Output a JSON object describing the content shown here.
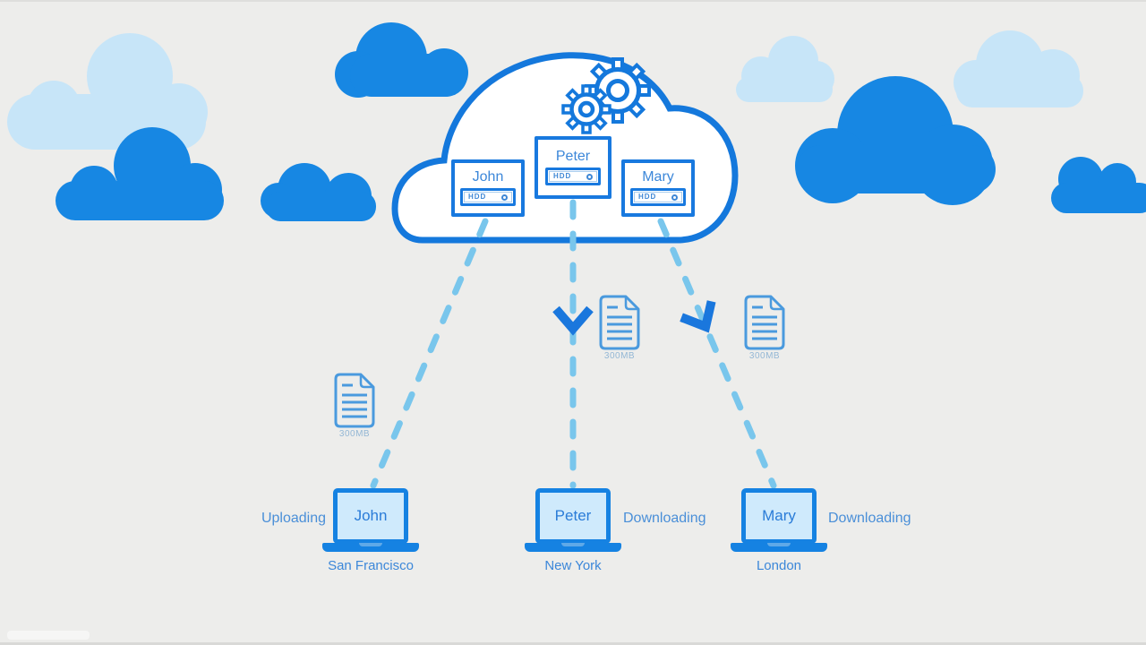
{
  "illustration": {
    "background": "#EDEDEB",
    "palette": {
      "cloud_fill_dark": "#1787E3",
      "cloud_fill_light": "#C7E5F8",
      "main_cloud_outline": "#1478DC",
      "dash_line": "#79C6EC",
      "arrow": "#1A77DD",
      "file_outline": "#4A9ADE",
      "label_blue": "#3C87D9",
      "size_label_color": "#93B7D5"
    },
    "icons": {
      "gears": "gears-icon",
      "file": "document-icon",
      "arrow": "download-arrow-icon"
    }
  },
  "cloud_platform": {
    "servers": [
      {
        "name": "John",
        "drive": "HDD"
      },
      {
        "name": "Peter",
        "drive": "HDD"
      },
      {
        "name": "Mary",
        "drive": "HDD"
      }
    ]
  },
  "files": [
    {
      "size": "300MB"
    },
    {
      "size": "300MB"
    },
    {
      "size": "300MB"
    }
  ],
  "clients": [
    {
      "name": "John",
      "city": "San Francisco",
      "status": "Uploading"
    },
    {
      "name": "Peter",
      "city": "New York",
      "status": "Downloading"
    },
    {
      "name": "Mary",
      "city": "London",
      "status": "Downloading"
    }
  ]
}
